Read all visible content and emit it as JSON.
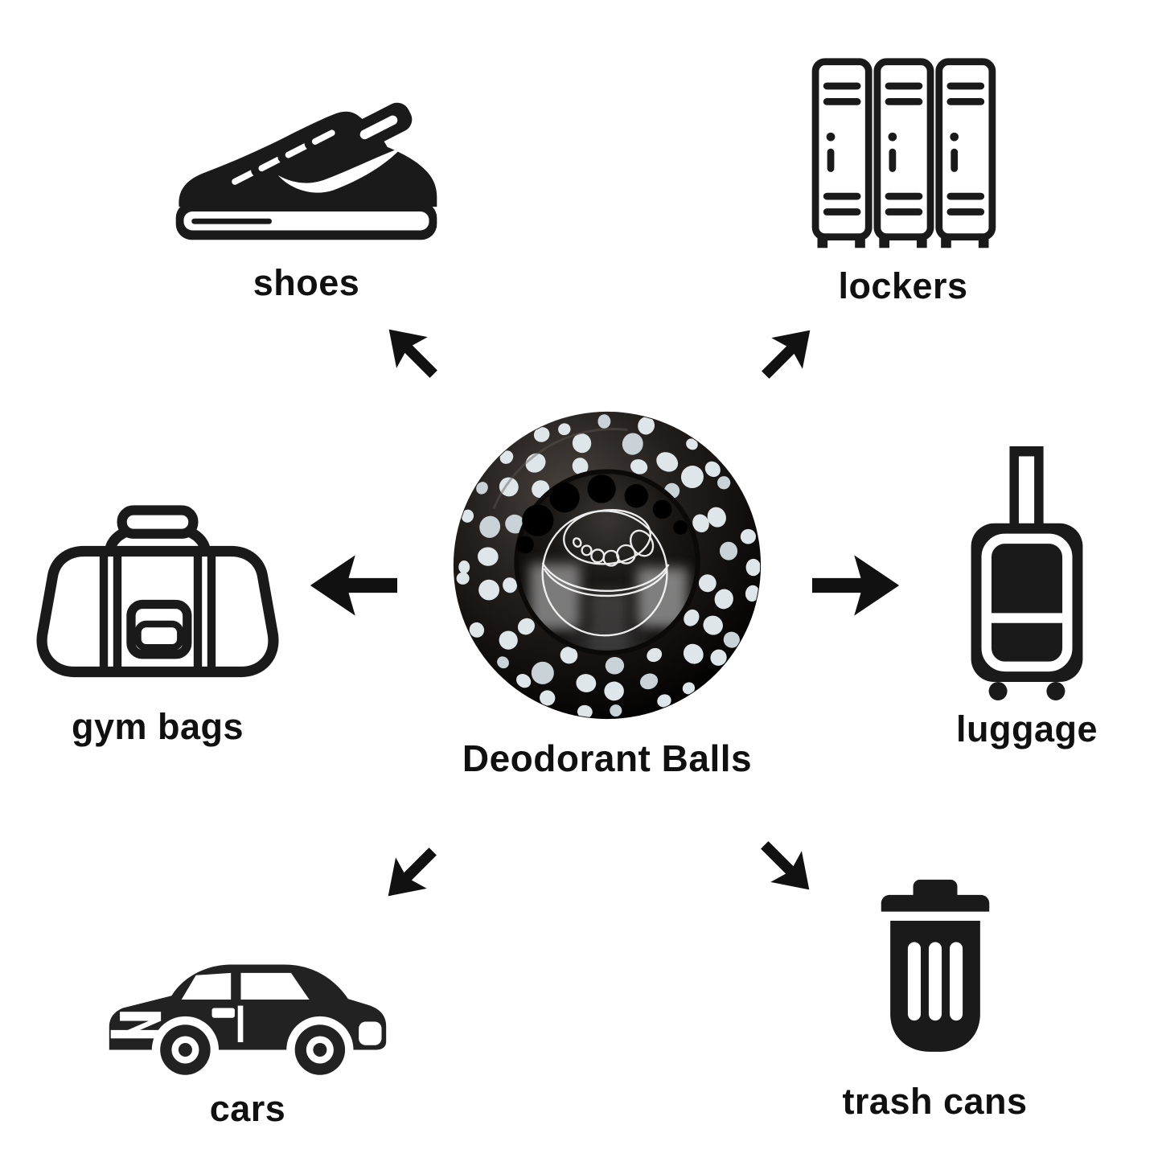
{
  "title": "Deodorant Balls usage diagram",
  "product": {
    "label": "Deodorant Balls",
    "image": "polka-dot-deodorant-ball"
  },
  "items": [
    {
      "id": "shoes",
      "label": "shoes",
      "icon": "sneaker-icon"
    },
    {
      "id": "lockers",
      "label": "lockers",
      "icon": "lockers-icon"
    },
    {
      "id": "gym-bags",
      "label": "gym bags",
      "icon": "duffel-bag-icon"
    },
    {
      "id": "luggage",
      "label": "luggage",
      "icon": "rolling-suitcase-icon"
    },
    {
      "id": "cars",
      "label": "cars",
      "icon": "car-icon"
    },
    {
      "id": "trash-cans",
      "label": "trash cans",
      "icon": "trash-can-icon"
    }
  ],
  "arrows": [
    {
      "from": "center",
      "to": "shoes",
      "direction": "up-left"
    },
    {
      "from": "center",
      "to": "lockers",
      "direction": "up-right"
    },
    {
      "from": "center",
      "to": "gym-bags",
      "direction": "left"
    },
    {
      "from": "center",
      "to": "luggage",
      "direction": "right"
    },
    {
      "from": "center",
      "to": "cars",
      "direction": "down-left"
    },
    {
      "from": "center",
      "to": "trash-cans",
      "direction": "down-right"
    }
  ],
  "colors": {
    "background": "#ffffff",
    "icon": "#1a1a1a",
    "text": "#101010",
    "ball_dot_light": "#dfe6ea",
    "ball_dot_shaded": "#c9d2d7"
  }
}
